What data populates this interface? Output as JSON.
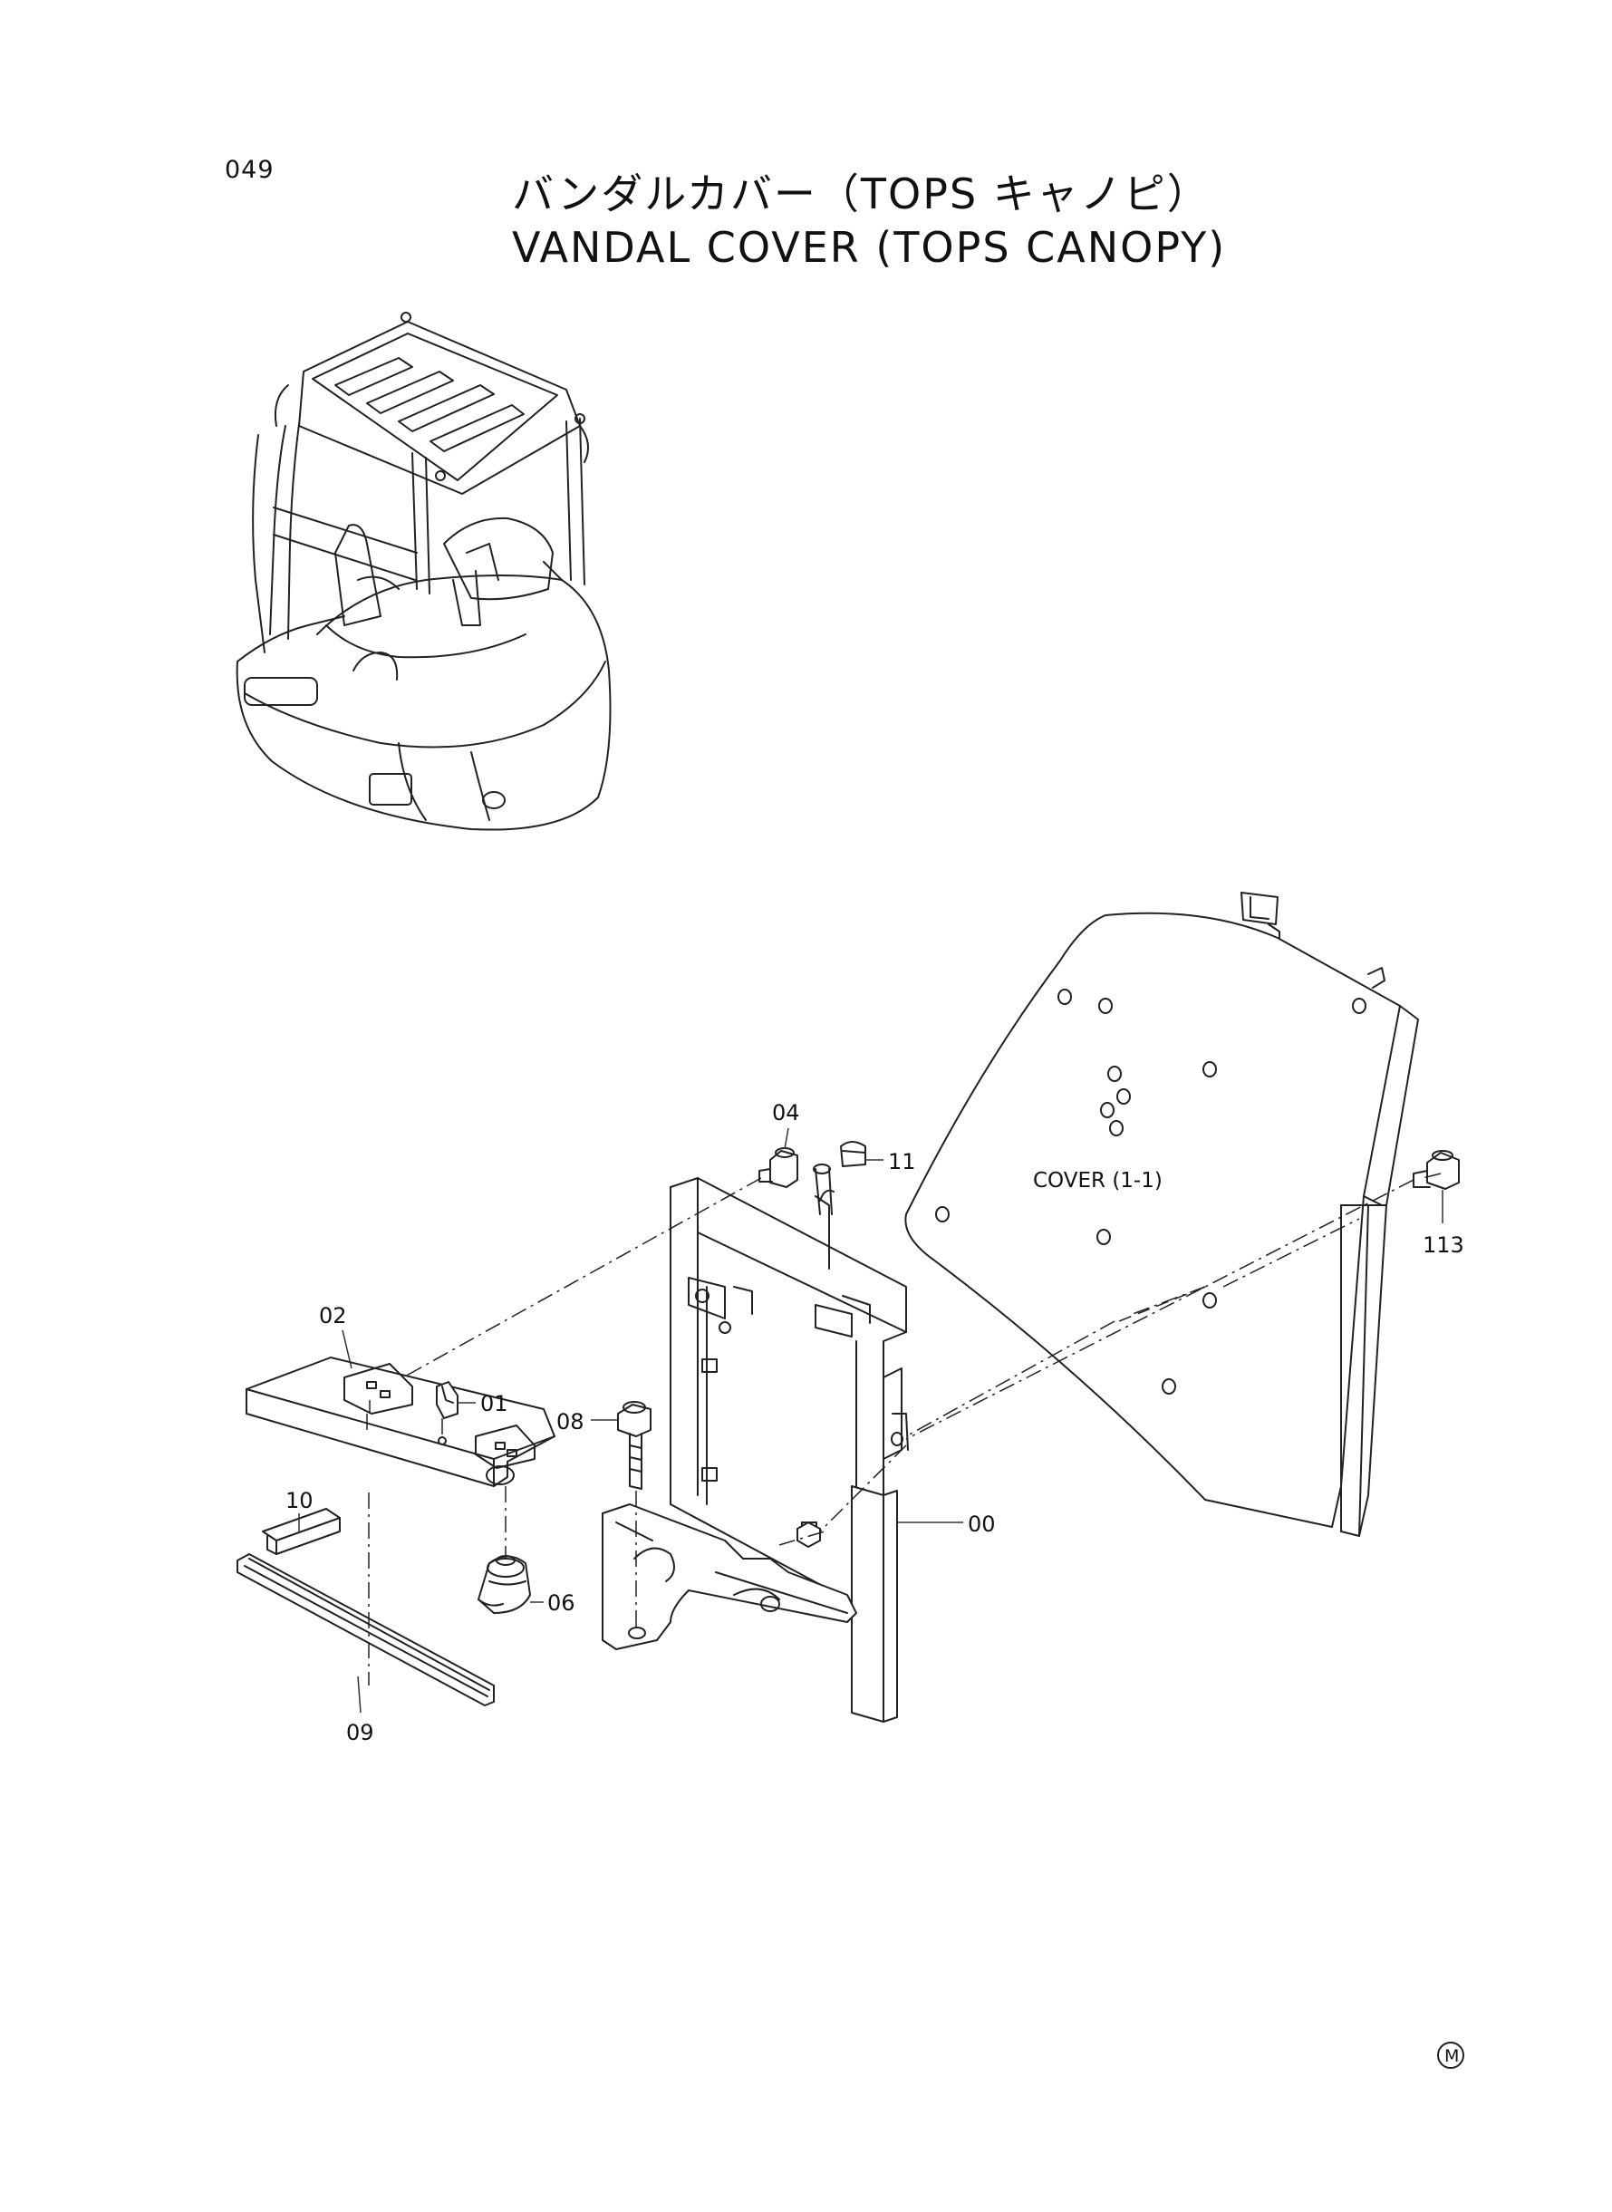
{
  "page": {
    "number": "049",
    "title_jp": "バンダルカバー（TOPS キャノピ）",
    "title_en": "VANDAL  COVER  (TOPS  CANOPY)"
  },
  "cover_label": "COVER  (1-1)",
  "callouts": [
    "04",
    "11",
    "113",
    "02",
    "01",
    "08",
    "00",
    "10",
    "06",
    "09"
  ],
  "corner_mark": "M"
}
